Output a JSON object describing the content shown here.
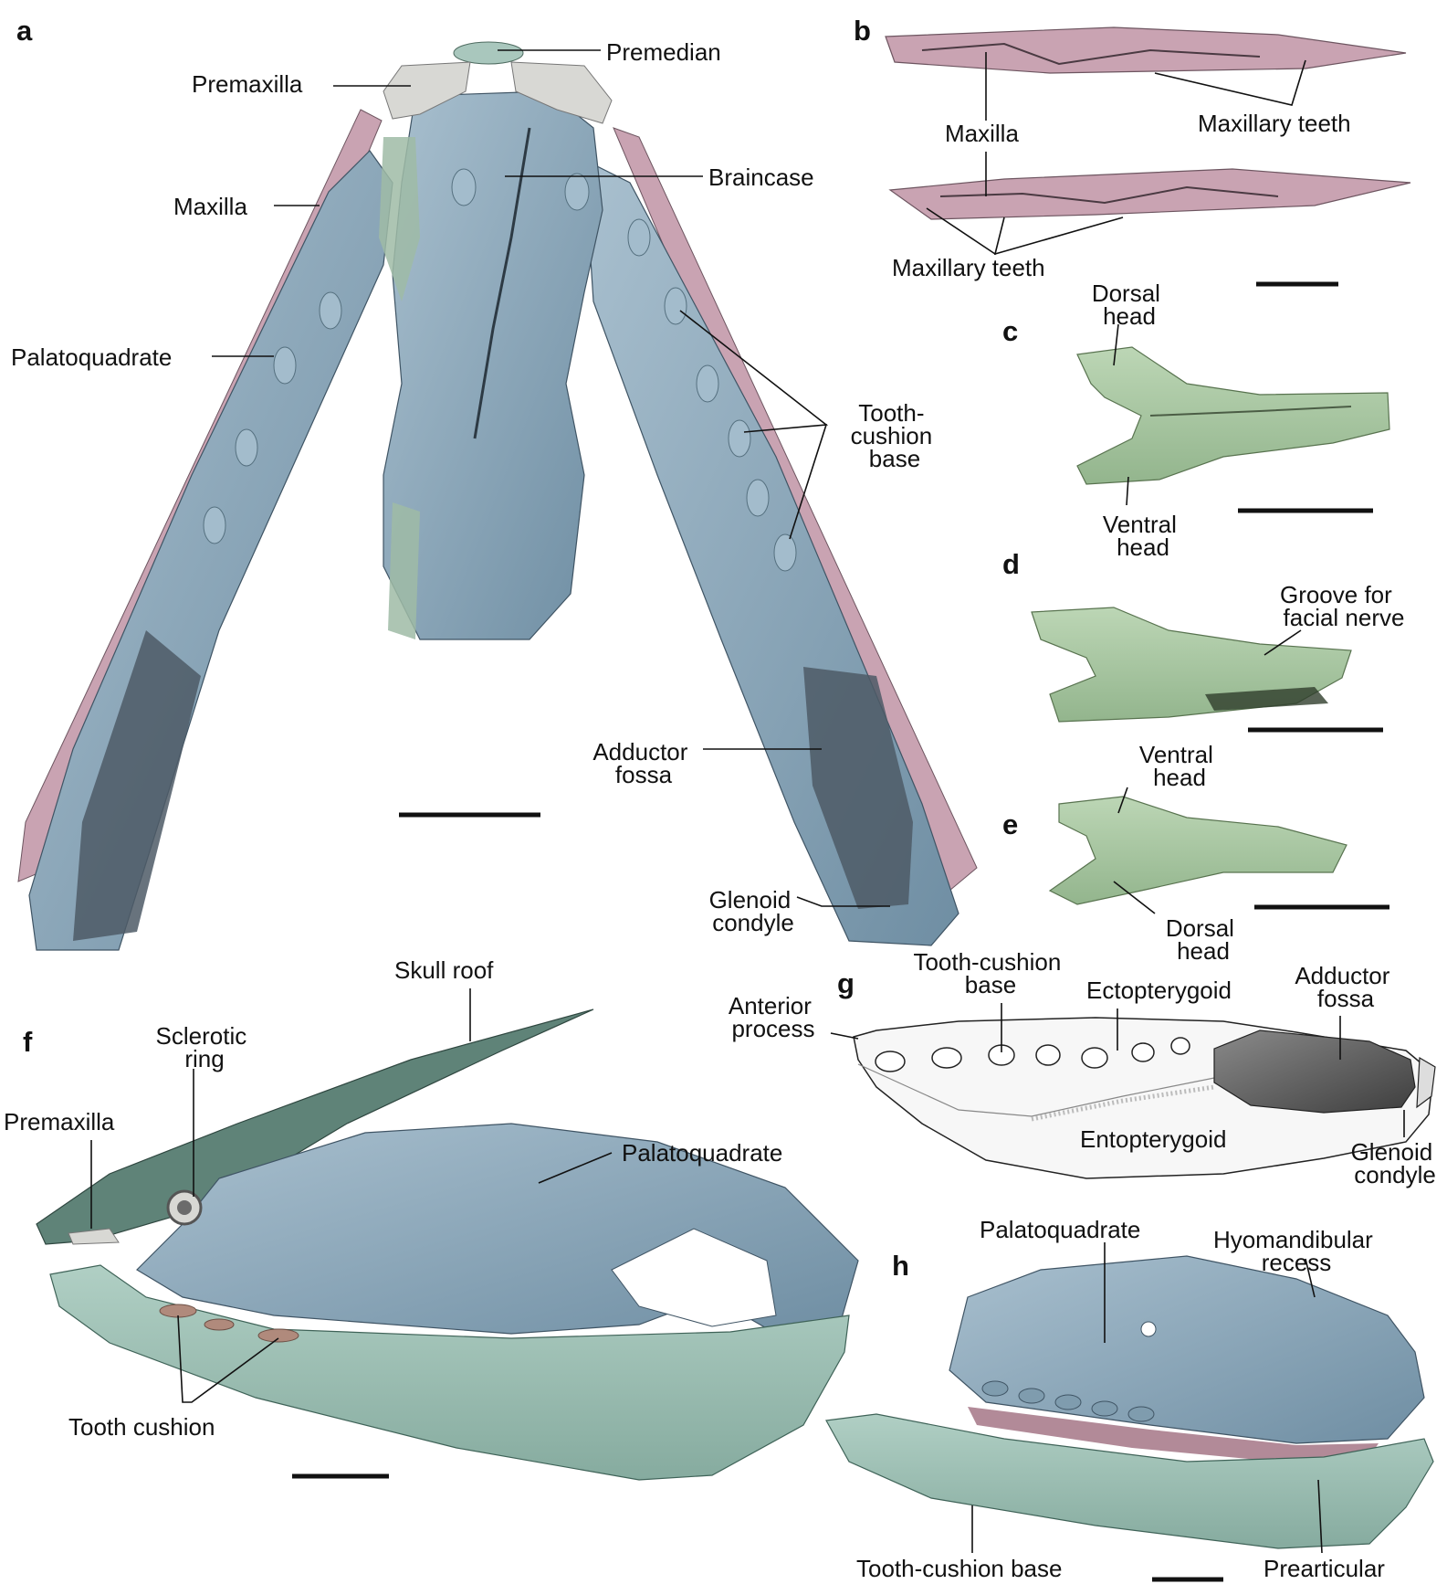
{
  "panels": {
    "a": {
      "letter": "a",
      "labels": {
        "premedian": "Premedian",
        "premaxilla": "Premaxilla",
        "braincase": "Braincase",
        "maxilla": "Maxilla",
        "palatoquadrate": "Palatoquadrate",
        "tooth_cushion_base": [
          "Tooth-",
          "cushion",
          "base"
        ],
        "adductor_fossa": [
          "Adductor",
          "fossa"
        ],
        "glenoid_condyle": [
          "Glenoid",
          "condyle"
        ]
      }
    },
    "b": {
      "letter": "b",
      "labels": {
        "maxilla": "Maxilla",
        "maxillary_teeth_upper": "Maxillary teeth",
        "maxillary_teeth_lower": "Maxillary teeth"
      }
    },
    "c": {
      "letter": "c",
      "labels": {
        "dorsal_head": [
          "Dorsal",
          "head"
        ],
        "ventral_head": [
          "Ventral",
          "head"
        ]
      }
    },
    "d": {
      "letter": "d",
      "labels": {
        "groove_facial_nerve": [
          "Groove for",
          "facial nerve"
        ]
      }
    },
    "e": {
      "letter": "e",
      "labels": {
        "ventral_head": [
          "Ventral",
          "head"
        ],
        "dorsal_head": [
          "Dorsal",
          "head"
        ]
      }
    },
    "f": {
      "letter": "f",
      "labels": {
        "skull_roof": "Skull roof",
        "sclerotic_ring": [
          "Sclerotic",
          "ring"
        ],
        "premaxilla": "Premaxilla",
        "palatoquadrate": "Palatoquadrate",
        "tooth_cushion": "Tooth cushion"
      }
    },
    "g": {
      "letter": "g",
      "labels": {
        "anterior_process": [
          "Anterior",
          "process"
        ],
        "tooth_cushion_base": [
          "Tooth-cushion",
          "base"
        ],
        "ectopterygoid": "Ectopterygoid",
        "adductor_fossa": [
          "Adductor",
          "fossa"
        ],
        "entopterygoid": "Entopterygoid",
        "glenoid_condyle": [
          "Glenoid",
          "condyle"
        ]
      }
    },
    "h": {
      "letter": "h",
      "labels": {
        "palatoquadrate": "Palatoquadrate",
        "hyomandibular_recess": [
          "Hyomandibular",
          "recess"
        ],
        "tooth_cushion_base": "Tooth-cushion base",
        "prearticular": "Prearticular"
      }
    }
  },
  "colors": {
    "bone_blue": "#8aa7ba",
    "bone_blue_dark": "#5e7c91",
    "bone_pink": "#c9a3b2",
    "bone_green": "#a9c7a3",
    "bone_teal": "#9bbdb1",
    "premaxilla_gray": "#d8d8d4",
    "fossa_dark": "#4e5a66"
  },
  "icons": {
    "scale_bar": "scale-bar-line",
    "leader": "leader-line"
  }
}
